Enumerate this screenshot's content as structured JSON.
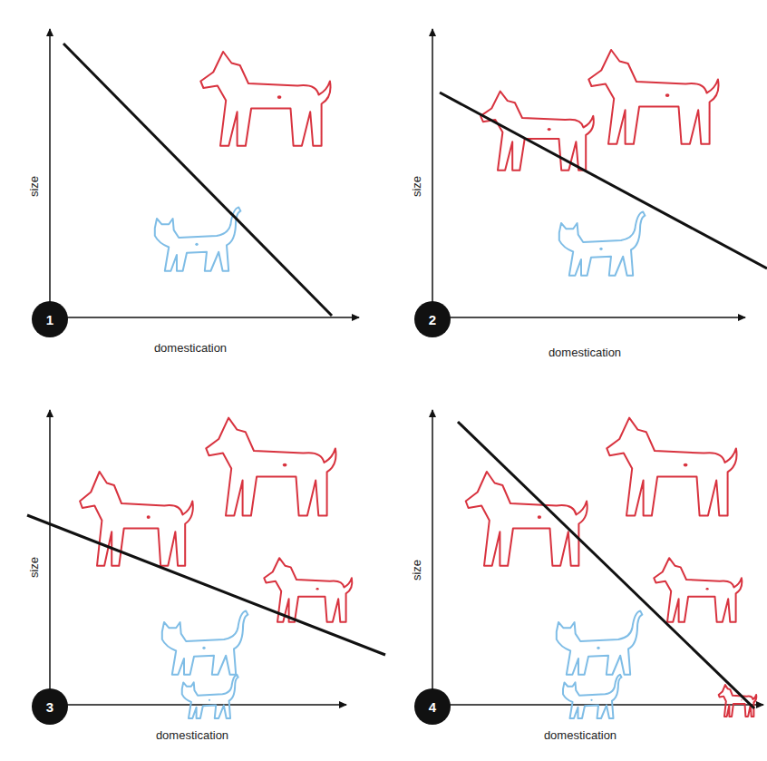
{
  "diagram": {
    "nodes": [
      {
        "text": [
          "1"
        ]
      },
      {
        "text": [
          "2"
        ]
      },
      {
        "text": [
          "3"
        ]
      },
      {
        "text": [
          "4"
        ]
      }
    ],
    "labels": [
      "size",
      "domestication",
      "size",
      "domestication",
      "size",
      "domestication",
      "size",
      "domestication"
    ]
  }
}
